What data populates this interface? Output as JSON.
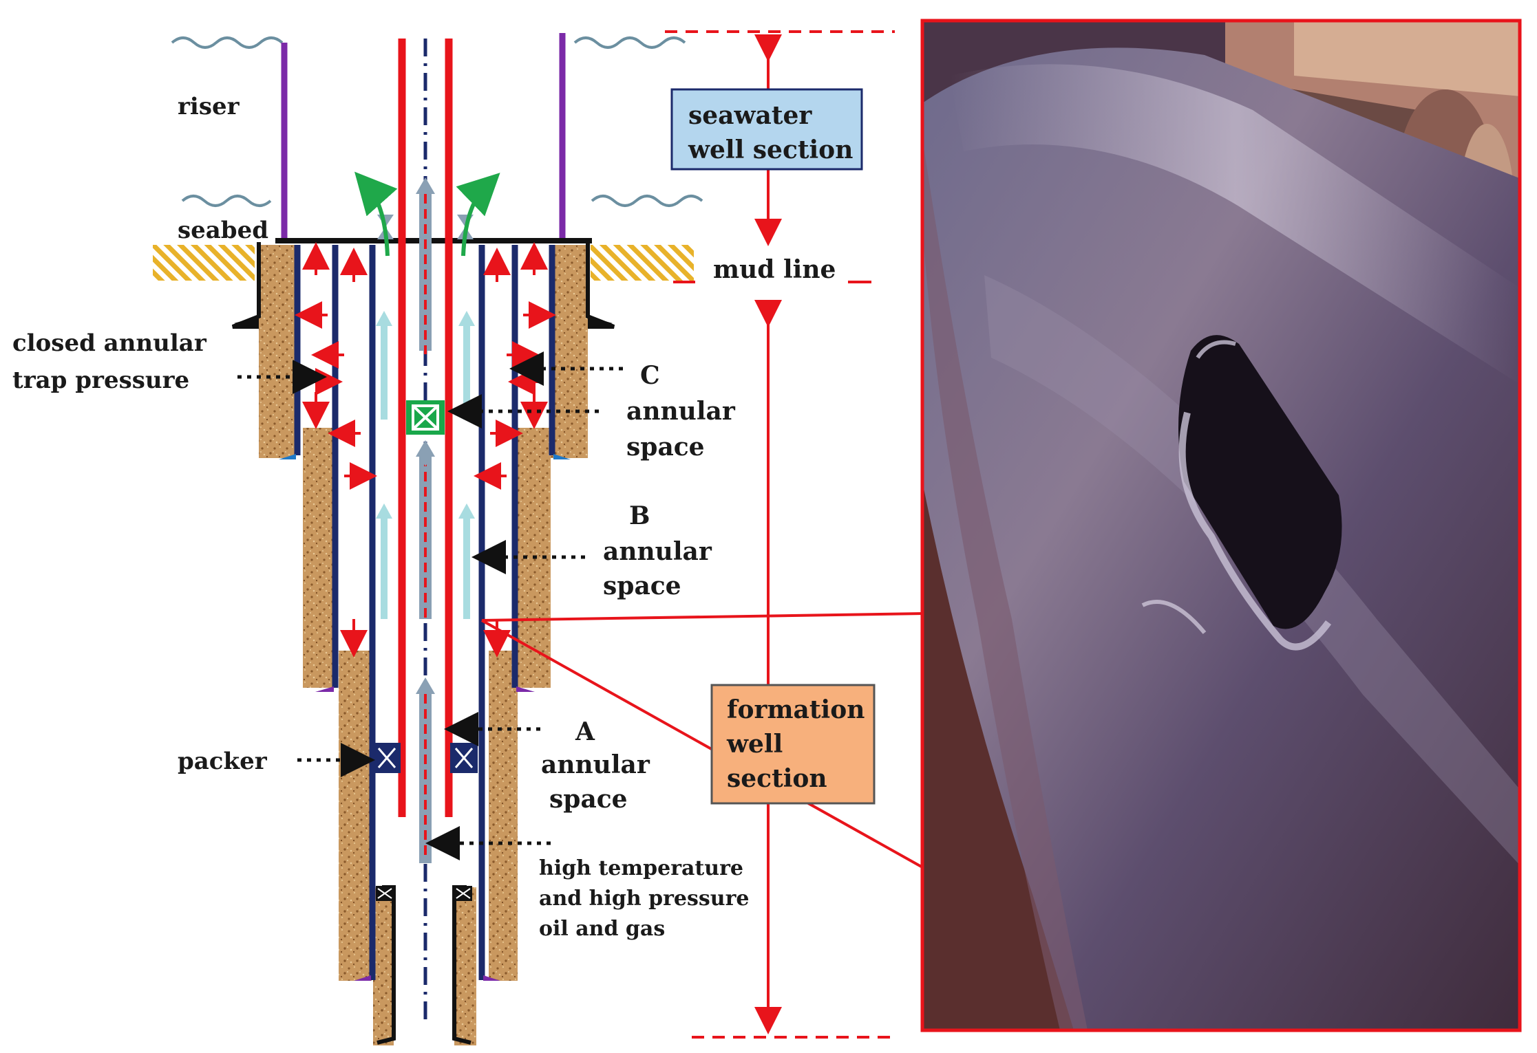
{
  "labels": {
    "riser": "riser",
    "seabed": "seabed",
    "mud_line": "mud line",
    "closed_annular_1": "closed annular",
    "closed_annular_2": "trap pressure",
    "c": "C",
    "c_annular": "annular",
    "c_space": "space",
    "b": "B",
    "b_annular": "annular",
    "b_space": "space",
    "a": "A",
    "a_annular": "annular",
    "a_space": "space",
    "packer": "packer",
    "hthp_1": "high temperature",
    "hthp_2": "and high pressure",
    "hthp_3": "oil and gas"
  },
  "boxes": {
    "seawater_1": "seawater",
    "seawater_2": "well section",
    "formation_1": "formation",
    "formation_2": "well",
    "formation_3": "section"
  },
  "colors": {
    "tubing_red": "#e8141b",
    "casing_navy": "#1b2a6b",
    "riser_purple": "#7b2aa8",
    "formation_brown": "#c9985f",
    "seabed_hatch": "#e8b22a",
    "seawater_box": "#b4d6ee",
    "formation_box": "#f7b07c",
    "flow_light": "#a8dce0",
    "flow_green": "#1fa84a",
    "packer_green": "#19a74a"
  }
}
